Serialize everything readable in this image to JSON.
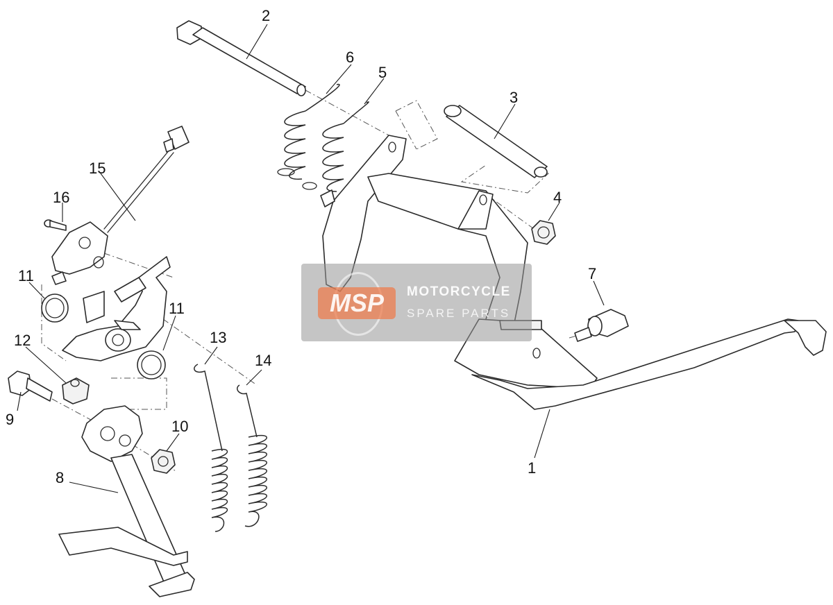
{
  "callouts": [
    "1",
    "2",
    "3",
    "4",
    "5",
    "6",
    "7",
    "8",
    "9",
    "10",
    "11",
    "11",
    "12",
    "13",
    "14",
    "15",
    "16"
  ],
  "watermark": {
    "badge": "MSP",
    "line1": "MOTORCYCLE",
    "line2": "SPARE PARTS"
  }
}
